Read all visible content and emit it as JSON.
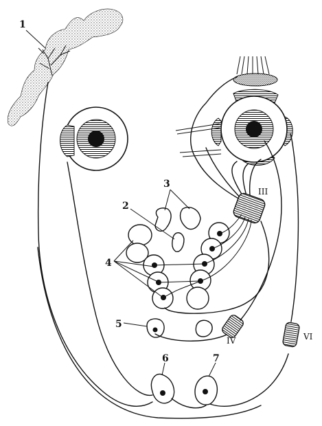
{
  "labels": {
    "n1": "1",
    "n2": "2",
    "n3": "3",
    "n4": "4",
    "n5": "5",
    "n6": "6",
    "n7": "7",
    "r3": "III",
    "r4": "IV",
    "r6": "VI"
  },
  "colors": {
    "ink": "#111111",
    "paper": "#ffffff"
  }
}
